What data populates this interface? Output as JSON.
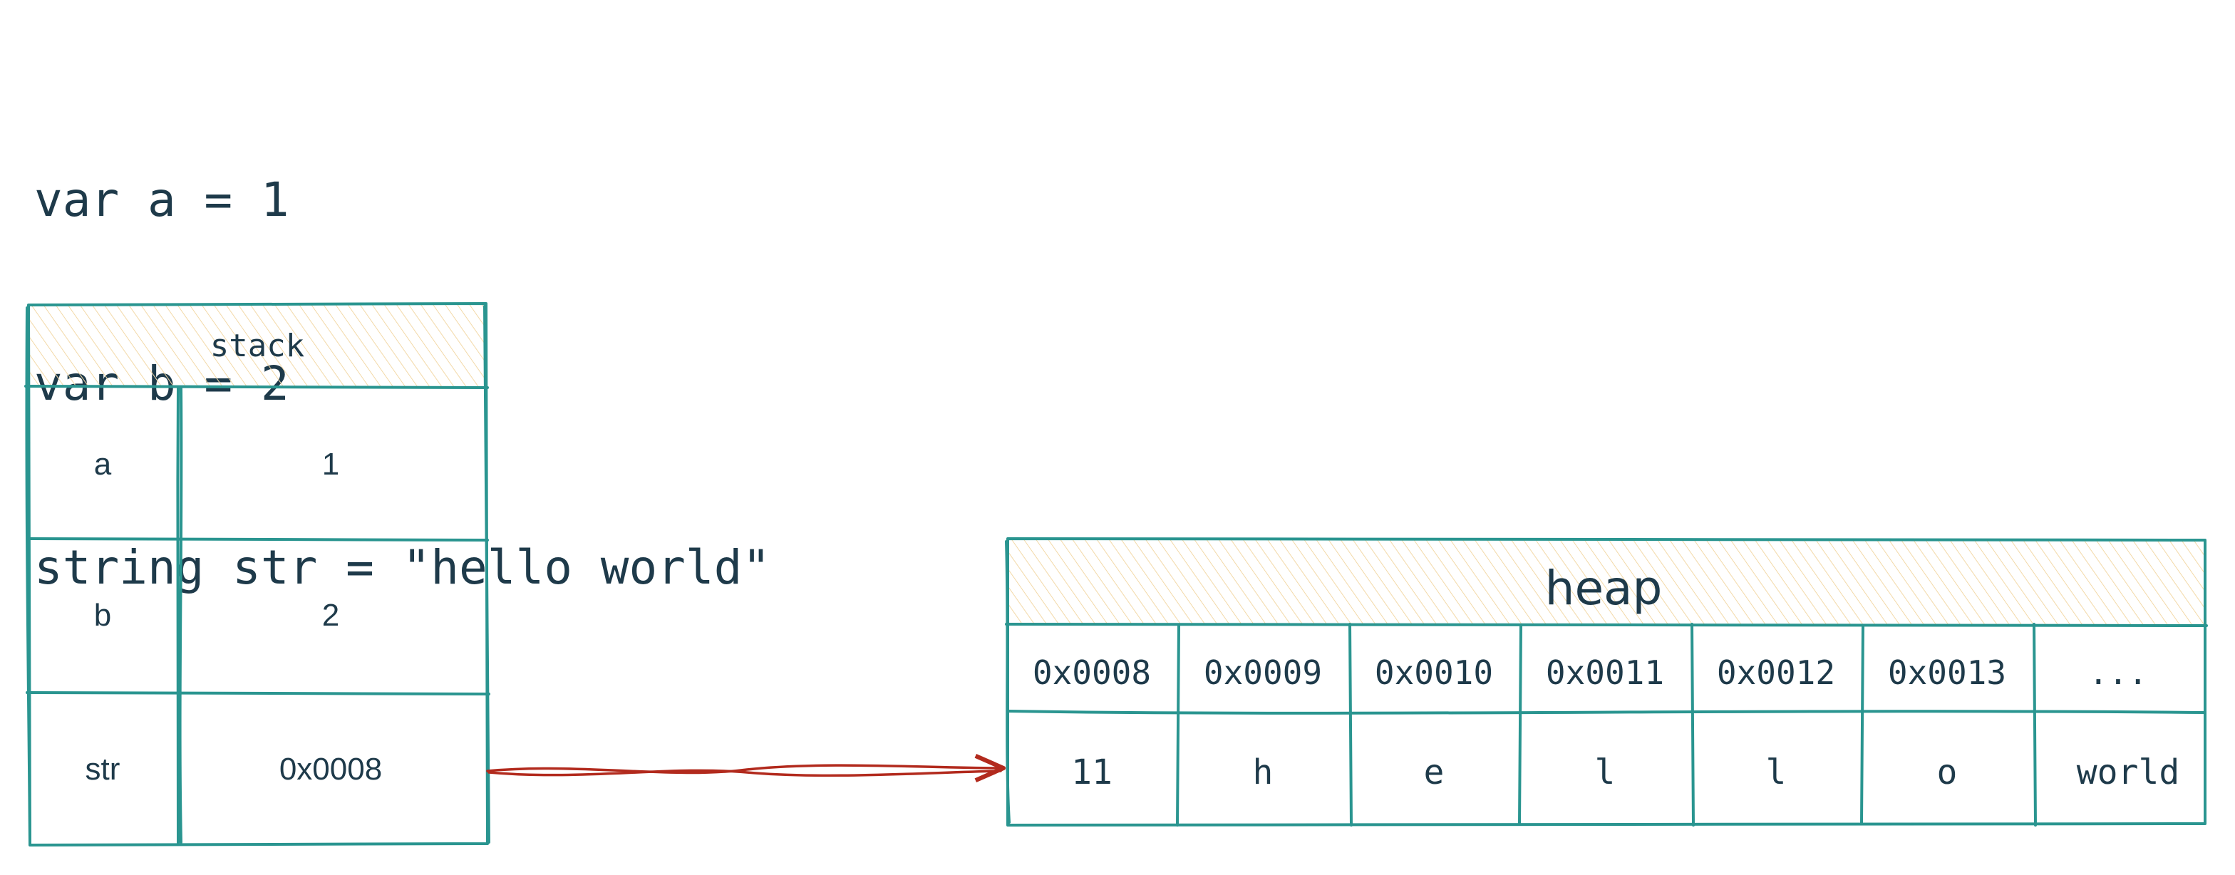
{
  "code": [
    "var a = 1",
    "var b = 2",
    "string str = \"hello world\""
  ],
  "stack": {
    "title": "stack",
    "rows": [
      {
        "name": "a",
        "value": "1"
      },
      {
        "name": "b",
        "value": "2"
      },
      {
        "name": "str",
        "value": "0x0008"
      }
    ]
  },
  "heap": {
    "title": "heap",
    "addresses": [
      "0x0008",
      "0x0009",
      "0x0010",
      "0x0011",
      "0x0012",
      "0x0013",
      "..."
    ],
    "values": [
      "11",
      "h",
      "e",
      "l",
      "l",
      "o",
      "world"
    ]
  },
  "colors": {
    "frame": "#2a9590",
    "hatch": "#f3d9a8",
    "text": "#1e3a4a",
    "pointer_arrow": "#b22a1d"
  }
}
